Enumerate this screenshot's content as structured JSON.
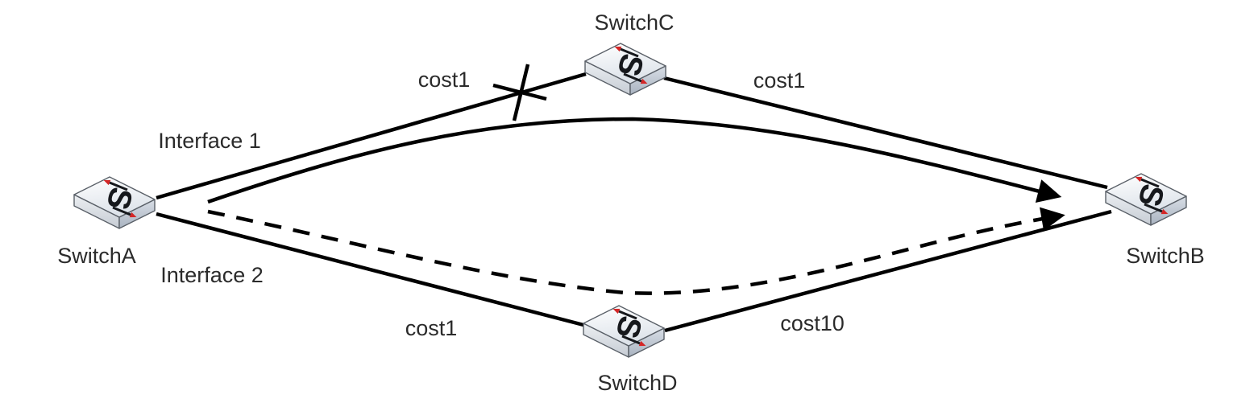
{
  "colors": {
    "line": "#000000",
    "text": "#2b2b2b",
    "arrow_red": "#d42626"
  },
  "diagram": {
    "icon_glyph": "S",
    "nodes": [
      {
        "id": "switchA",
        "label": "SwitchA"
      },
      {
        "id": "switchB",
        "label": "SwitchB"
      },
      {
        "id": "switchC",
        "label": "SwitchC"
      },
      {
        "id": "switchD",
        "label": "SwitchD"
      }
    ],
    "interface_labels": [
      {
        "label": "Interface 1"
      },
      {
        "label": "Interface 2"
      }
    ],
    "links": [
      {
        "from": "SwitchA",
        "to": "SwitchC",
        "cost_label": "cost1",
        "state": "blocked"
      },
      {
        "from": "SwitchC",
        "to": "SwitchB",
        "cost_label": "cost1",
        "state": "up"
      },
      {
        "from": "SwitchA",
        "to": "SwitchD",
        "cost_label": "cost1",
        "state": "up"
      },
      {
        "from": "SwitchD",
        "to": "SwitchB",
        "cost_label": "cost10",
        "state": "up"
      }
    ],
    "flows": [
      {
        "style": "solid",
        "from": "SwitchA",
        "to": "SwitchB"
      },
      {
        "style": "dashed",
        "from": "SwitchA",
        "to": "SwitchB"
      }
    ]
  }
}
